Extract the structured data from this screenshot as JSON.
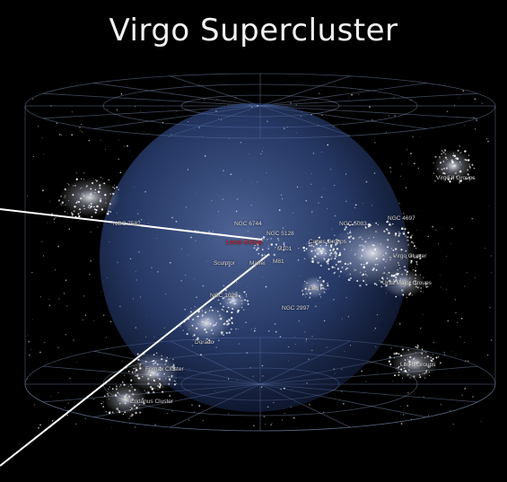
{
  "title": "Virgo Supercluster",
  "labels": {
    "virgo_ii_groups": "Virgo II Groups",
    "ngc_7582": "NGC 7582",
    "ngc_6744": "NGC 6744",
    "ngc_5128": "NGC 5128",
    "ngc_5033": "NGC 5033",
    "ngc_4697": "NGC 4697",
    "local_group": "Local Group",
    "m101": "M101",
    "m81": "M81",
    "canes_groups": "Canes Groups",
    "virgo_cluster": "Virgo Cluster",
    "sculptor": "Sculptor",
    "maffei": "Maffei",
    "ursa_major_groups": "Ursa Major Groups",
    "leo_i": "Leo I",
    "ngc_1023": "NGC 1023",
    "ngc_2997": "NGC 2997",
    "dorado": "Dorado",
    "leo_ii_groups": "Leo II Groups",
    "fornax_cluster": "Fornax Cluster",
    "eridanus_cluster": "Eridanus Cluster"
  },
  "colors": {
    "background": "#000000",
    "sphere": "#3f5ea8",
    "grid": "#8aa0c8",
    "highlight": "#e02020",
    "pointer_lines": "#ffffff"
  }
}
